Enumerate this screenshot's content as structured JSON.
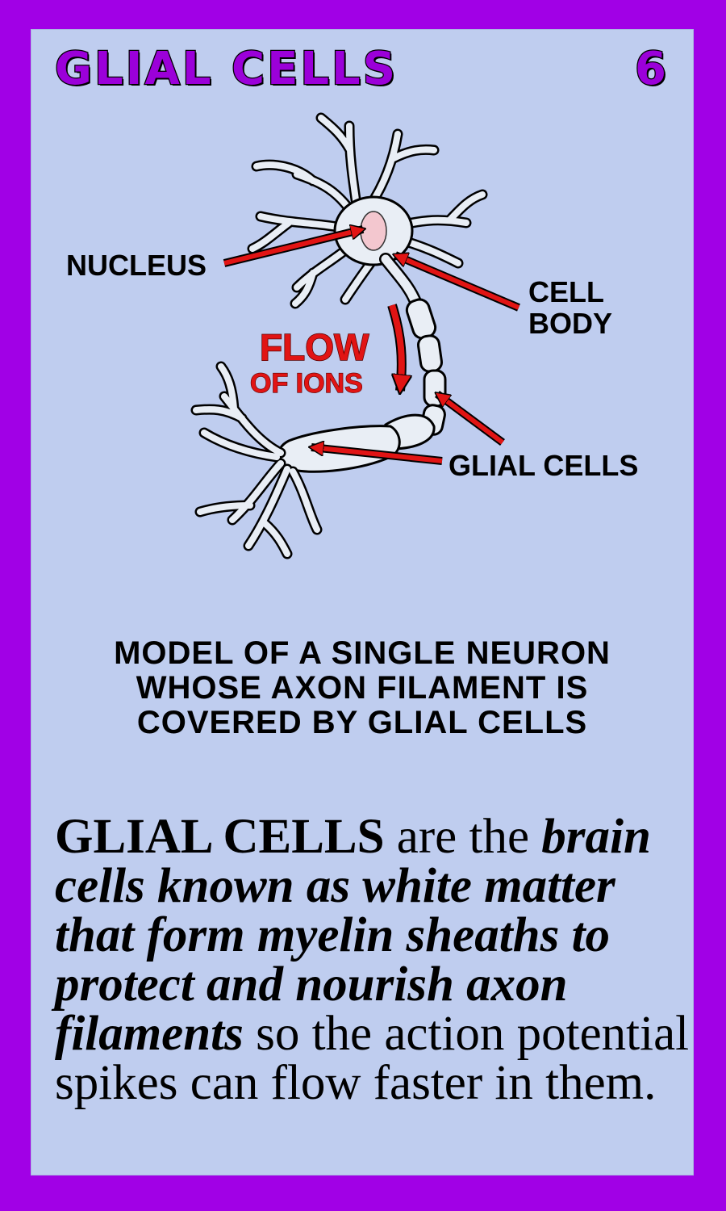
{
  "card": {
    "title": "GLIAL CELLS",
    "number": "6"
  },
  "diagram": {
    "labels": {
      "nucleus": "NUCLEUS",
      "cell_body_line1": "CELL",
      "cell_body_line2": "BODY",
      "glial_cells": "GLIAL CELLS"
    },
    "flow": {
      "line1": "FLOW",
      "line2": "OF IONS"
    },
    "colors": {
      "arrow": "#e11414",
      "neuron_fill": "#e9eef5",
      "nucleus_fill": "#f3c7cf"
    }
  },
  "caption": {
    "line1": "MODEL OF A SINGLE NEURON",
    "line2": "WHOSE AXON FILAMENT IS",
    "line3": "COVERED BY GLIAL CELLS"
  },
  "description": {
    "l1_bold": "GLIAL CELLS",
    "l1_plain": " are the ",
    "l1_emph": "brain",
    "l2_emph": "cells known as white matter",
    "l3_emph": "that form myelin sheaths to",
    "l4_emph": "protect and nourish axon",
    "l5_emph": "filaments",
    "l5_plain": " so the action potential",
    "l6_plain": "spikes can flow faster in them."
  }
}
